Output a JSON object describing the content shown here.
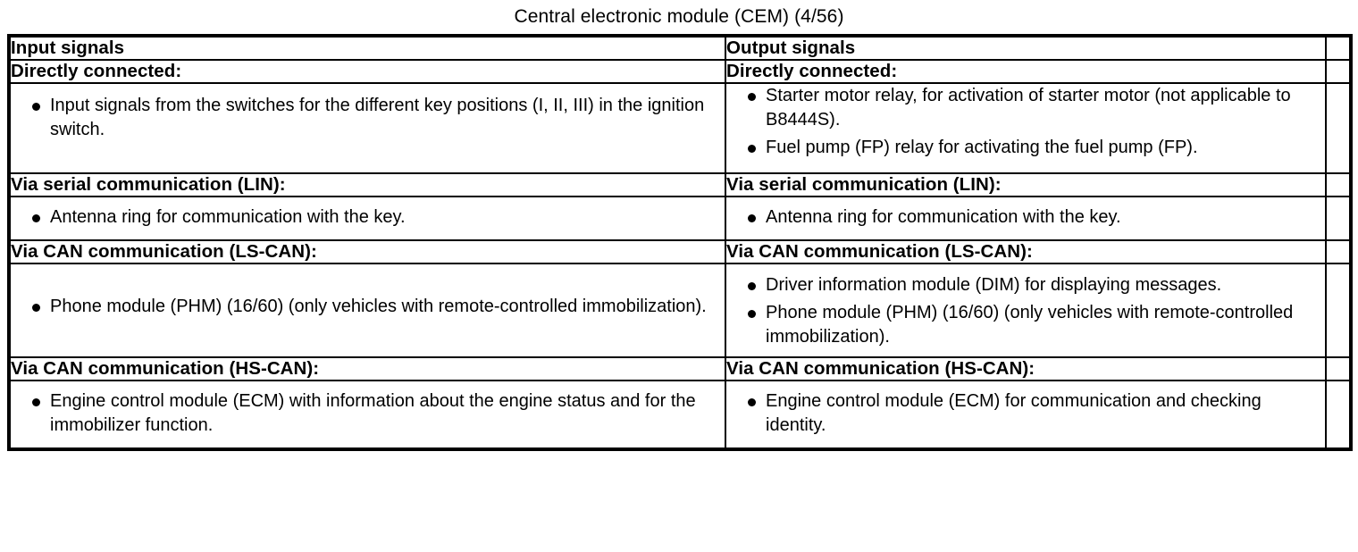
{
  "document": {
    "title": "Central electronic module (CEM) (4/56)"
  },
  "table": {
    "columns": [
      {
        "id": "input",
        "header": "Input signals"
      },
      {
        "id": "output",
        "header": "Output signals"
      },
      {
        "id": "extra",
        "header": ""
      }
    ],
    "sections": [
      {
        "id": "directly-connected",
        "heading_left": "Directly connected:",
        "heading_right": "Directly connected:",
        "items_left": [
          "Input signals from the switches for the different key positions (I, II, III) in the ignition switch."
        ],
        "items_right": [
          "Starter motor relay, for activation of starter motor (not applicable to B8444S).",
          "Fuel pump (FP) relay for activating the fuel pump (FP)."
        ]
      },
      {
        "id": "serial-lin",
        "heading_left": "Via serial communication (LIN):",
        "heading_right": "Via serial communication (LIN):",
        "items_left": [
          "Antenna ring for communication with the key."
        ],
        "items_right": [
          "Antenna ring for communication with the key."
        ]
      },
      {
        "id": "can-ls",
        "heading_left": "Via CAN communication (LS-CAN):",
        "heading_right": "Via CAN communication (LS-CAN):",
        "items_left": [
          "Phone module (PHM) (16/60) (only vehicles with remote-controlled immobilization)."
        ],
        "items_right": [
          "Driver information module (DIM) for displaying messages.",
          "Phone module (PHM) (16/60) (only vehicles with remote-controlled immobilization)."
        ]
      },
      {
        "id": "can-hs",
        "heading_left": "Via CAN communication (HS-CAN):",
        "heading_right": "Via CAN communication (HS-CAN):",
        "items_left": [
          "Engine control module (ECM) with information about the engine status and for the immobilizer function."
        ],
        "items_right": [
          "Engine control module (ECM) for communication and checking identity."
        ]
      }
    ]
  },
  "colors": {
    "text": "#000000",
    "background": "#ffffff",
    "border": "#000000"
  }
}
